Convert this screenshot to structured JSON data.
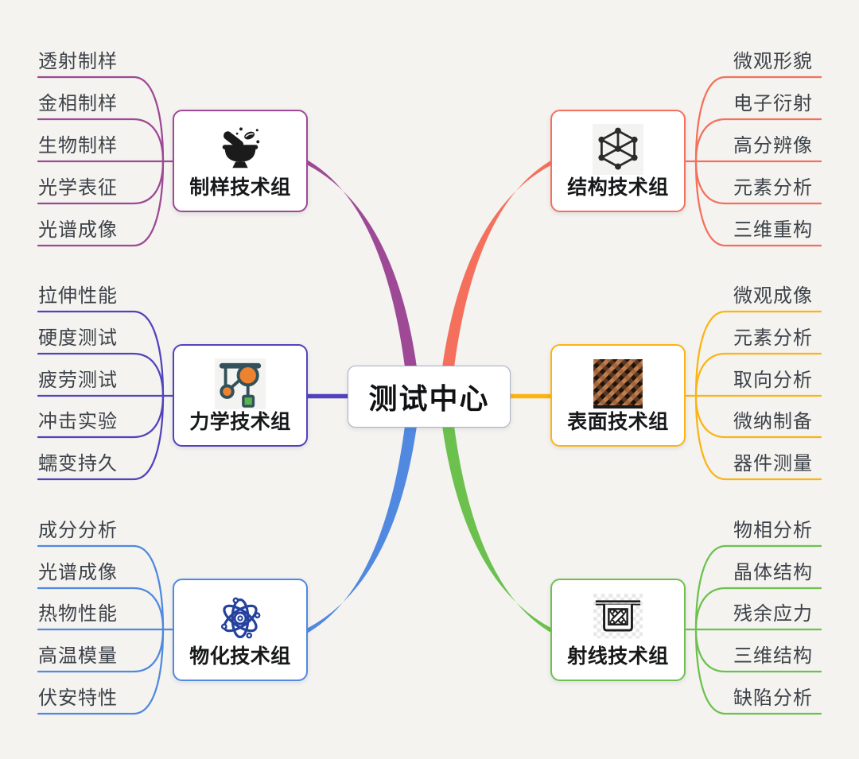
{
  "title": "测试中心",
  "colors": {
    "background": "#f4f3f0",
    "center_border": "#a7b0c3",
    "leaf_text": "#3d4249",
    "node_text": "#17181a"
  },
  "groups": [
    {
      "id": "sample",
      "label": "制样技术组",
      "color": "#9d4995",
      "icon": "mortar-pestle-icon",
      "side": "left",
      "items": [
        "透射制样",
        "金相制样",
        "生物制样",
        "光学表征",
        "光谱成像"
      ]
    },
    {
      "id": "mechanics",
      "label": "力学技术组",
      "color": "#5143bd",
      "icon": "pulley-icon",
      "side": "left",
      "items": [
        "拉伸性能",
        "硬度测试",
        "疲劳测试",
        "冲击实验",
        "蠕变持久"
      ]
    },
    {
      "id": "physchem",
      "label": "物化技术组",
      "color": "#5089df",
      "icon": "atom-icon",
      "side": "left",
      "items": [
        "成分分析",
        "光谱成像",
        "热物性能",
        "高温模量",
        "伏安特性"
      ]
    },
    {
      "id": "structure",
      "label": "结构技术组",
      "color": "#f4705c",
      "icon": "crystal-lattice-icon",
      "side": "right",
      "items": [
        "微观形貌",
        "电子衍射",
        "高分辨像",
        "元素分析",
        "三维重构"
      ]
    },
    {
      "id": "surface",
      "label": "表面技术组",
      "color": "#fbb414",
      "icon": "weave-texture-icon",
      "side": "right",
      "items": [
        "微观成像",
        "元素分析",
        "取向分析",
        "微纳制备",
        "器件测量"
      ]
    },
    {
      "id": "xray",
      "label": "射线技术组",
      "color": "#6cc14e",
      "icon": "xray-panel-icon",
      "side": "right",
      "items": [
        "物相分析",
        "晶体结构",
        "残余应力",
        "三维结构",
        "缺陷分析"
      ]
    }
  ]
}
